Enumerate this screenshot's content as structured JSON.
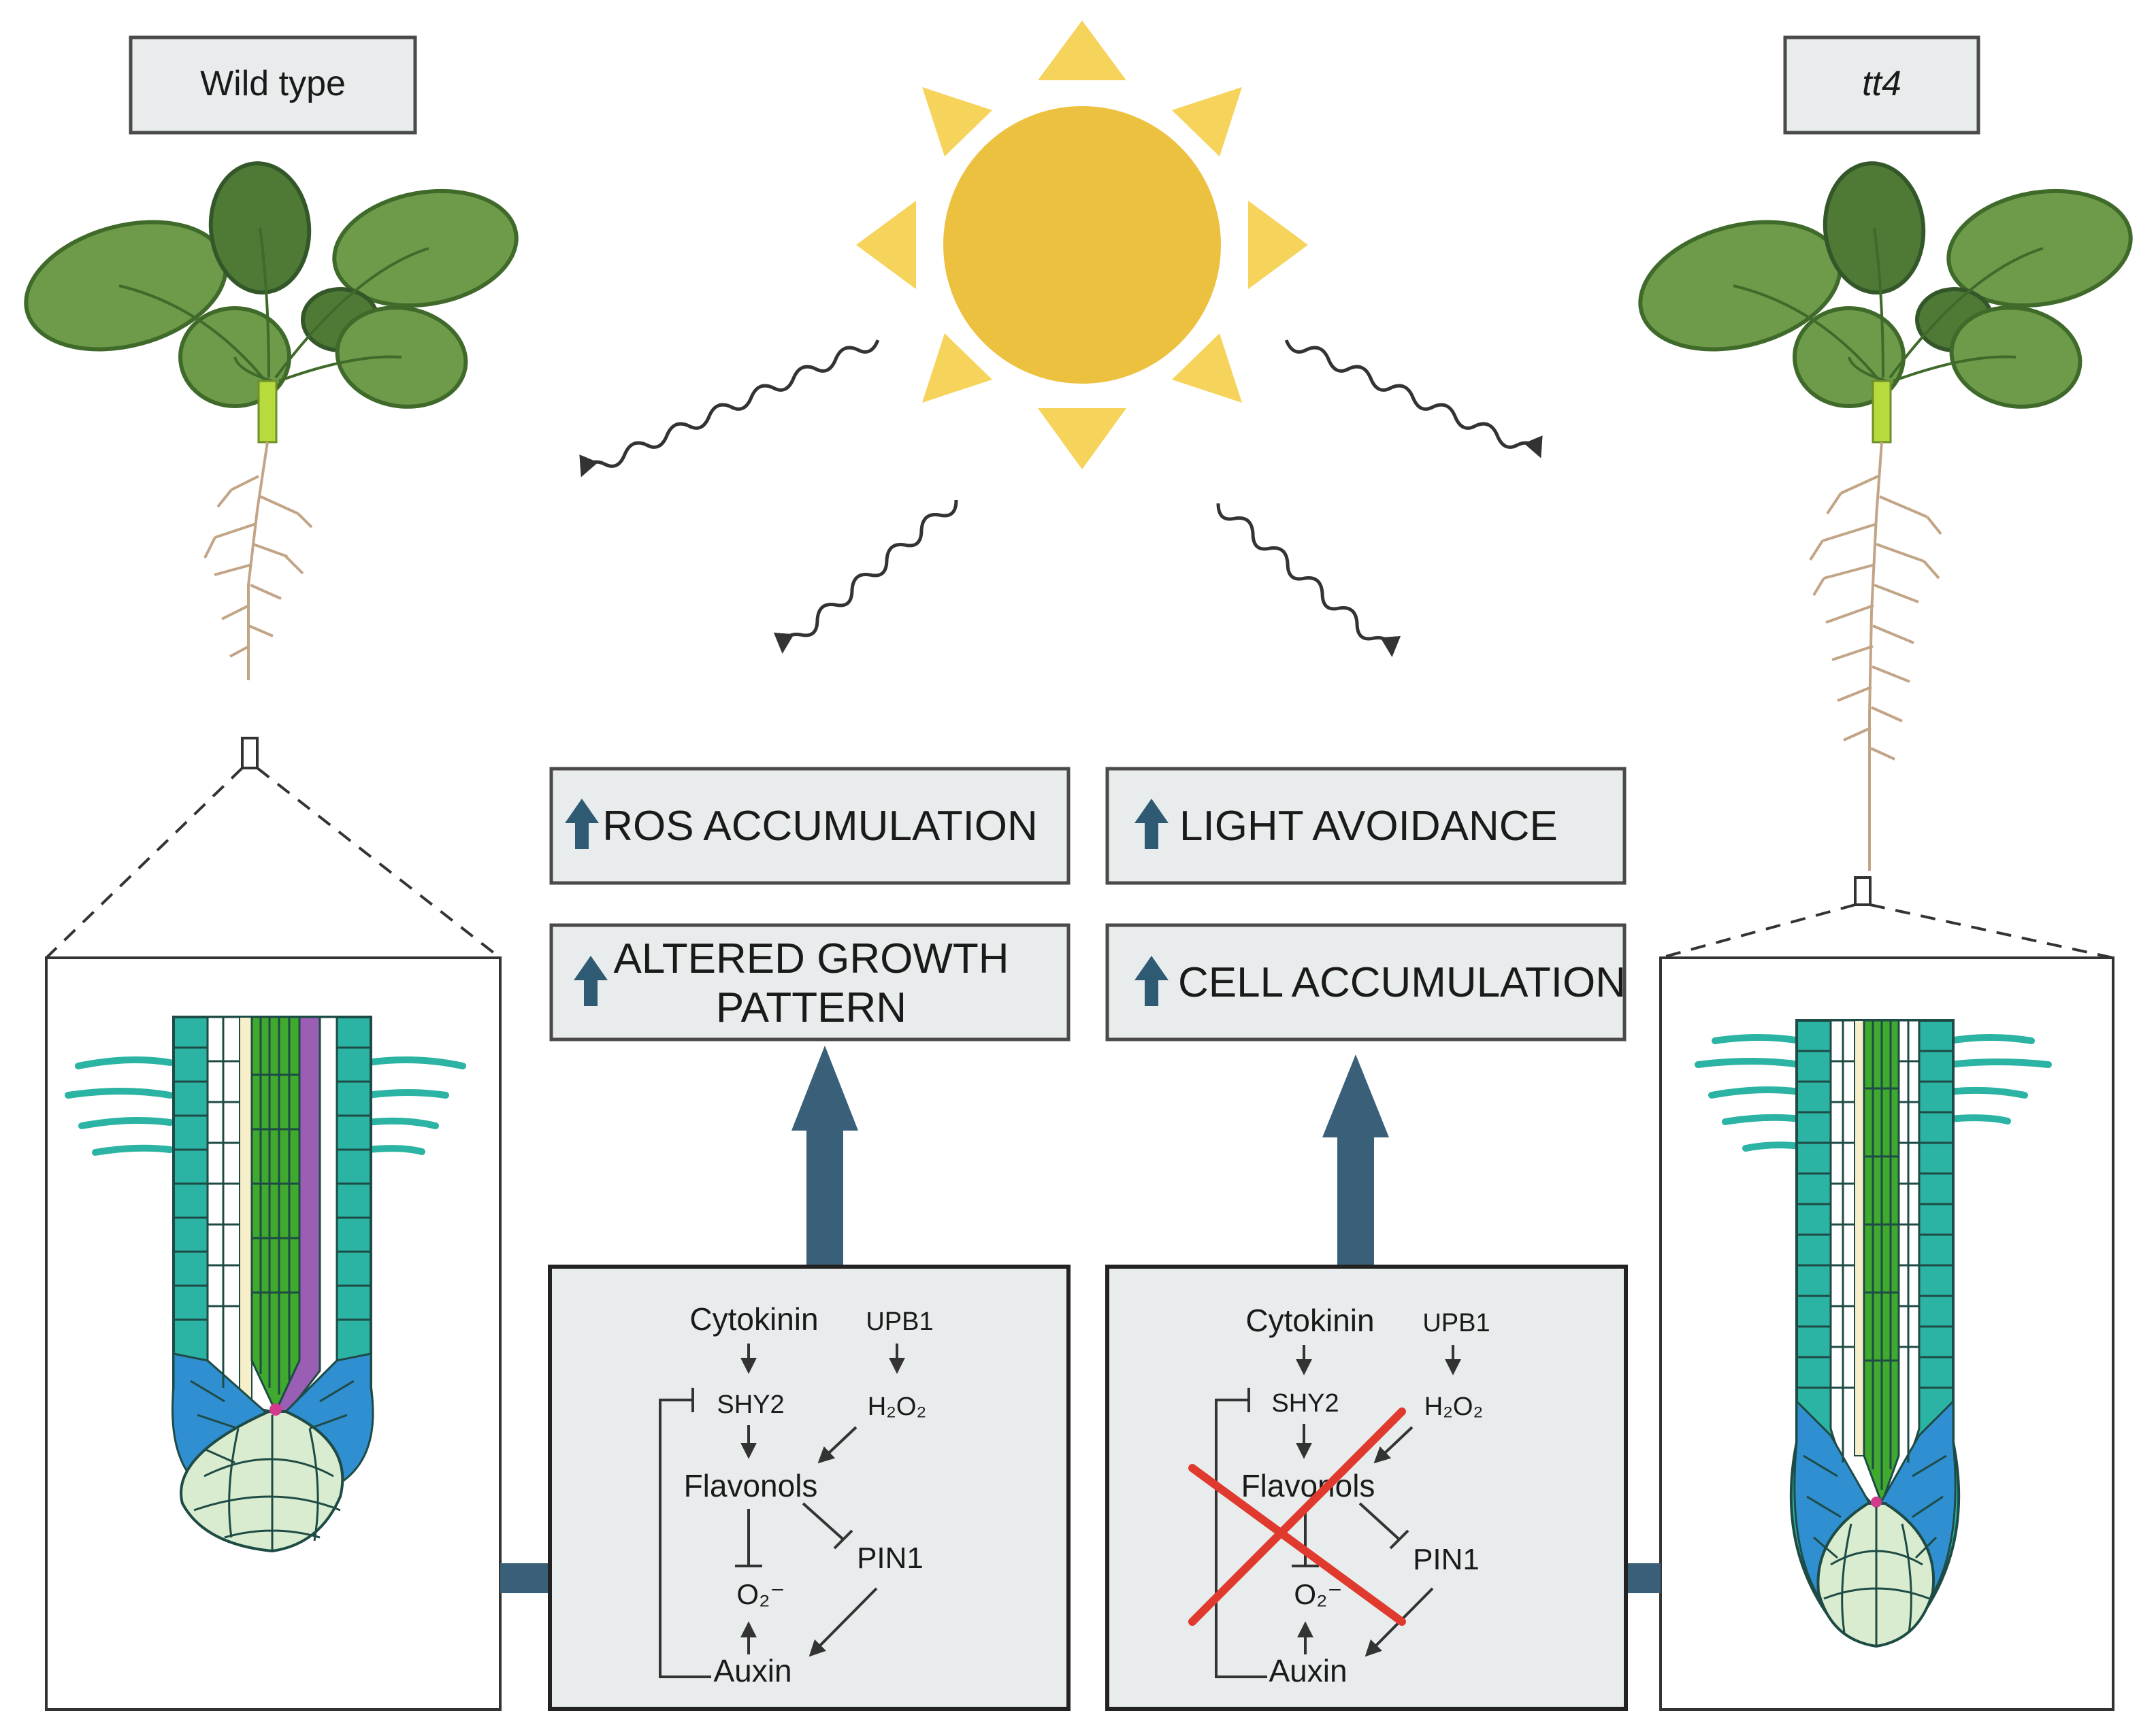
{
  "labels": {
    "wild_type": "Wild type",
    "mutant": "tt4"
  },
  "effects": {
    "ros": "ROS ACCUMULATION",
    "growth_line1": "ALTERED GROWTH",
    "growth_line2": "PATTERN",
    "light": "LIGHT AVOIDANCE",
    "cell": "CELL ACCUMULATION"
  },
  "network": {
    "cytokinin": "Cytokinin",
    "upb1": "UPB1",
    "shy2": "SHY2",
    "h2o2": "H₂O₂",
    "flavonols": "Flavonols",
    "pin1": "PIN1",
    "superoxide": "O₂⁻",
    "auxin": "Auxin"
  },
  "colors": {
    "sun": "#ecc13f",
    "sun_rays": "#f6d35b",
    "box_fill": "#e9ecec",
    "up_arrow": "#2f5a73",
    "big_arrow": "#3a6079",
    "cross": "#e03a2f",
    "epidermis": "#2bb3a3",
    "cortex": "#ffffff",
    "stele": "#3faa2e",
    "pericycle": "#9a5fb5",
    "columella": "#d9ecd0",
    "lateral_root_cap": "#2f8fd0"
  }
}
